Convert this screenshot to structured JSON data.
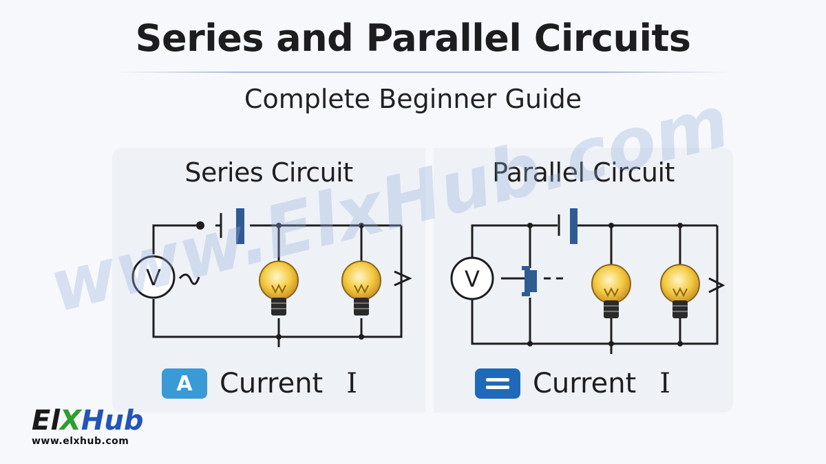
{
  "header": {
    "title": "Series and Parallel Circuits",
    "subtitle": "Complete Beginner Guide"
  },
  "series_panel": {
    "heading": "Series Circuit",
    "meter_symbol": "V",
    "badge": "A",
    "current_label": "Current",
    "current_symbol": "I"
  },
  "parallel_panel": {
    "heading": "Parallel Circuit",
    "meter_symbol": "V",
    "current_label": "Current",
    "current_symbol": "I"
  },
  "watermark": {
    "text": "www.ElxHub.com"
  },
  "logo": {
    "part1": "El",
    "part2": "X",
    "part3": "Hub",
    "url": "www.elxhub.com"
  },
  "colors": {
    "badge_light": "#3a9ad6",
    "badge_dark": "#1e6ab8",
    "battery": "#2f5b93",
    "bulb": "#f3c93f"
  }
}
